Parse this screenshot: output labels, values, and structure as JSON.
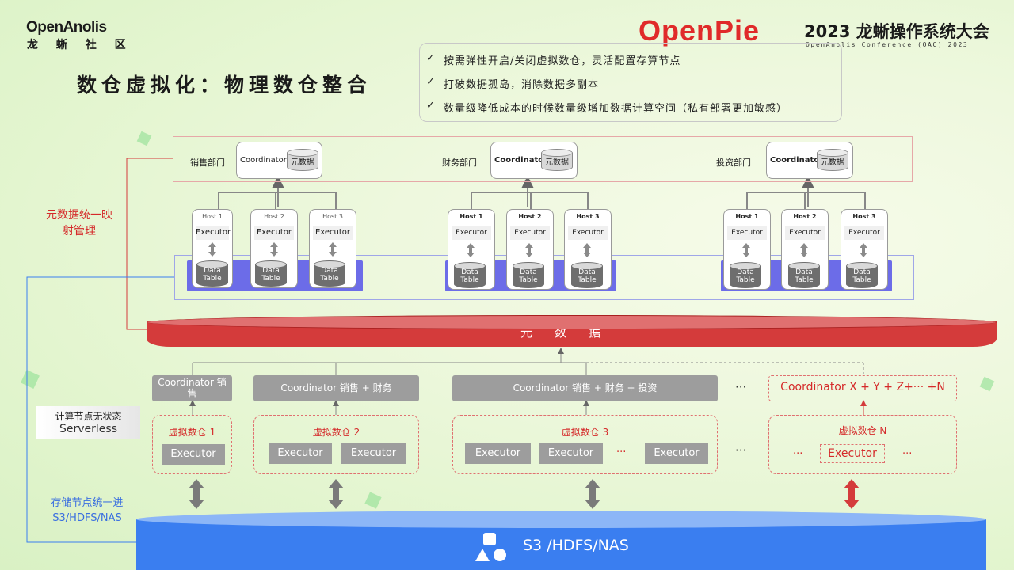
{
  "header": {
    "logo_line1": "OpenAnolis",
    "logo_line2": "龙 蜥 社 区",
    "brand": "OpenPie",
    "conf_title": "2023 龙蜥操作系统大会",
    "conf_subtitle": "OpenAnolis Conference (OAC) 2023"
  },
  "title": "数仓虚拟化：物理数仓整合",
  "bullets": [
    "按需弹性开启/关闭虚拟数仓，灵活配置存算节点",
    "打破数据孤岛，消除数据多副本",
    "数量级降低成本的时候数量级增加数据计算空间（私有部署更加敏感）"
  ],
  "check_mark": "✓",
  "side_labels": {
    "metadata_mapping_line1": "元数据统一映",
    "metadata_mapping_line2": "射管理",
    "compute_stateless": "计算节点无状态",
    "serverless": "Serverless",
    "storage_line1": "存储节点统一进",
    "storage_line2": "S3/HDFS/NAS"
  },
  "departments": [
    {
      "name": "销售部门",
      "coordinator": "Coordinator",
      "meta": "元数据",
      "hosts": [
        "Host 1",
        "Host 2",
        "Host 3"
      ],
      "executor": "Executor",
      "table": [
        "Data",
        "Table"
      ]
    },
    {
      "name": "财务部门",
      "coordinator": "Coordinator",
      "meta": "元数据",
      "hosts": [
        "Host 1",
        "Host 2",
        "Host 3"
      ],
      "executor": "Executor",
      "table": [
        "Data",
        "Table"
      ]
    },
    {
      "name": "投资部门",
      "coordinator": "Coordinator",
      "meta": "元数据",
      "hosts": [
        "Host 1",
        "Host 2",
        "Host 3"
      ],
      "executor": "Executor",
      "table": [
        "Data",
        "Table"
      ]
    }
  ],
  "metadata_bar": "元数据",
  "coordinators": [
    {
      "label_line1": "Coordinator 销",
      "label_line2": "售"
    },
    {
      "label": "Coordinator 销售 + 财务"
    },
    {
      "label": "Coordinator  销售 + 财务 + 投资"
    },
    {
      "label": "Coordinator X + Y + Z+··· +N"
    }
  ],
  "virtual_warehouses": [
    {
      "name": "虚拟数仓 1",
      "executors": [
        "Executor"
      ]
    },
    {
      "name": "虚拟数仓 2",
      "executors": [
        "Executor",
        "Executor"
      ]
    },
    {
      "name": "虚拟数仓 3",
      "executors": [
        "Executor",
        "Executor",
        "Executor"
      ],
      "ellipsis": "···"
    },
    {
      "name": "虚拟数仓 N",
      "executors": [
        "Executor"
      ],
      "ellipsis": "···"
    }
  ],
  "mid_ellipsis": "···",
  "storage": "S3 /HDFS/NAS",
  "colors": {
    "red": "#d43b3b",
    "blue": "#3a7ef0",
    "purple": "#6c6ce8",
    "gray": "#9d9d9d"
  }
}
